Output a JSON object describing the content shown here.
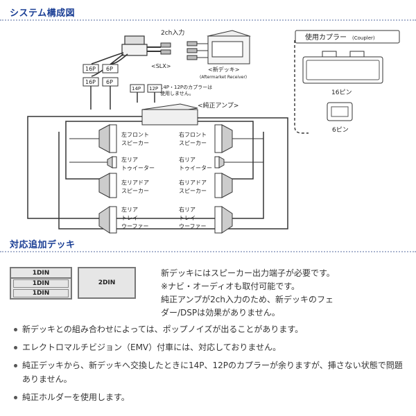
{
  "sections": {
    "system_title": "システム構成図",
    "decks_title": "対応追加デッキ"
  },
  "diagram": {
    "input_2ch": "2ch入力",
    "slx": "<SLX>",
    "new_deck": "<新デッキ>",
    "aftermarket_receiver": "(Aftermarket Receiver)",
    "conn_16p_a": "16P",
    "conn_6p_a": "6P",
    "conn_16p_b": "16P",
    "conn_6p_b": "6P",
    "unused_note_line1": "※14P・12Pのカプラーは",
    "unused_note_line2": "使用しません。",
    "conn_14p": "14P",
    "conn_12p": "12P",
    "amp_label": "<純正アンプ>",
    "coupler_title": "使用カプラー",
    "coupler_sub": "(Coupler)",
    "pin16": "16ピン",
    "pin6": "6ピン",
    "speakers": {
      "lf_1": "左フロント",
      "lf_2": "スピーカー",
      "rf_1": "右フロント",
      "rf_2": "スピーカー",
      "lr_tw_1": "左リア",
      "lr_tw_2": "トゥイーター",
      "rr_tw_1": "右リア",
      "rr_tw_2": "トゥイーター",
      "lrd_1": "左リアドア",
      "lrd_2": "スピーカー",
      "rrd_1": "右リアドア",
      "rrd_2": "スピーカー",
      "lw_1": "左リア",
      "lw_2": "トレイ",
      "lw_3": "ウーファー",
      "rw_1": "右リア",
      "rw_2": "トレイ",
      "rw_3": "ウーファー"
    }
  },
  "decks": {
    "din1_a": "1DIN",
    "din1_b": "1DIN",
    "din1_c": "1DIN",
    "din2": "2DIN",
    "desc_lines": [
      "新デッキにはスピーカー出力端子が必要です。",
      "※ナビ・オーディオも取付可能です。",
      "純正アンプが2ch入力のため、新デッキのフェ",
      "ダー/DSPは効果がありません。"
    ]
  },
  "notes": [
    "新デッキとの組み合わせによっては、ポップノイズが出ることがあります。",
    "エレクトロマルチビジョン（EMV）付車には、対応しておりません。",
    "純正デッキから、新デッキへ交換したときに14P、12Pのカプラーが余りますが、挿さない状態で問題ありません。",
    "純正ホルダーを使用します。"
  ]
}
